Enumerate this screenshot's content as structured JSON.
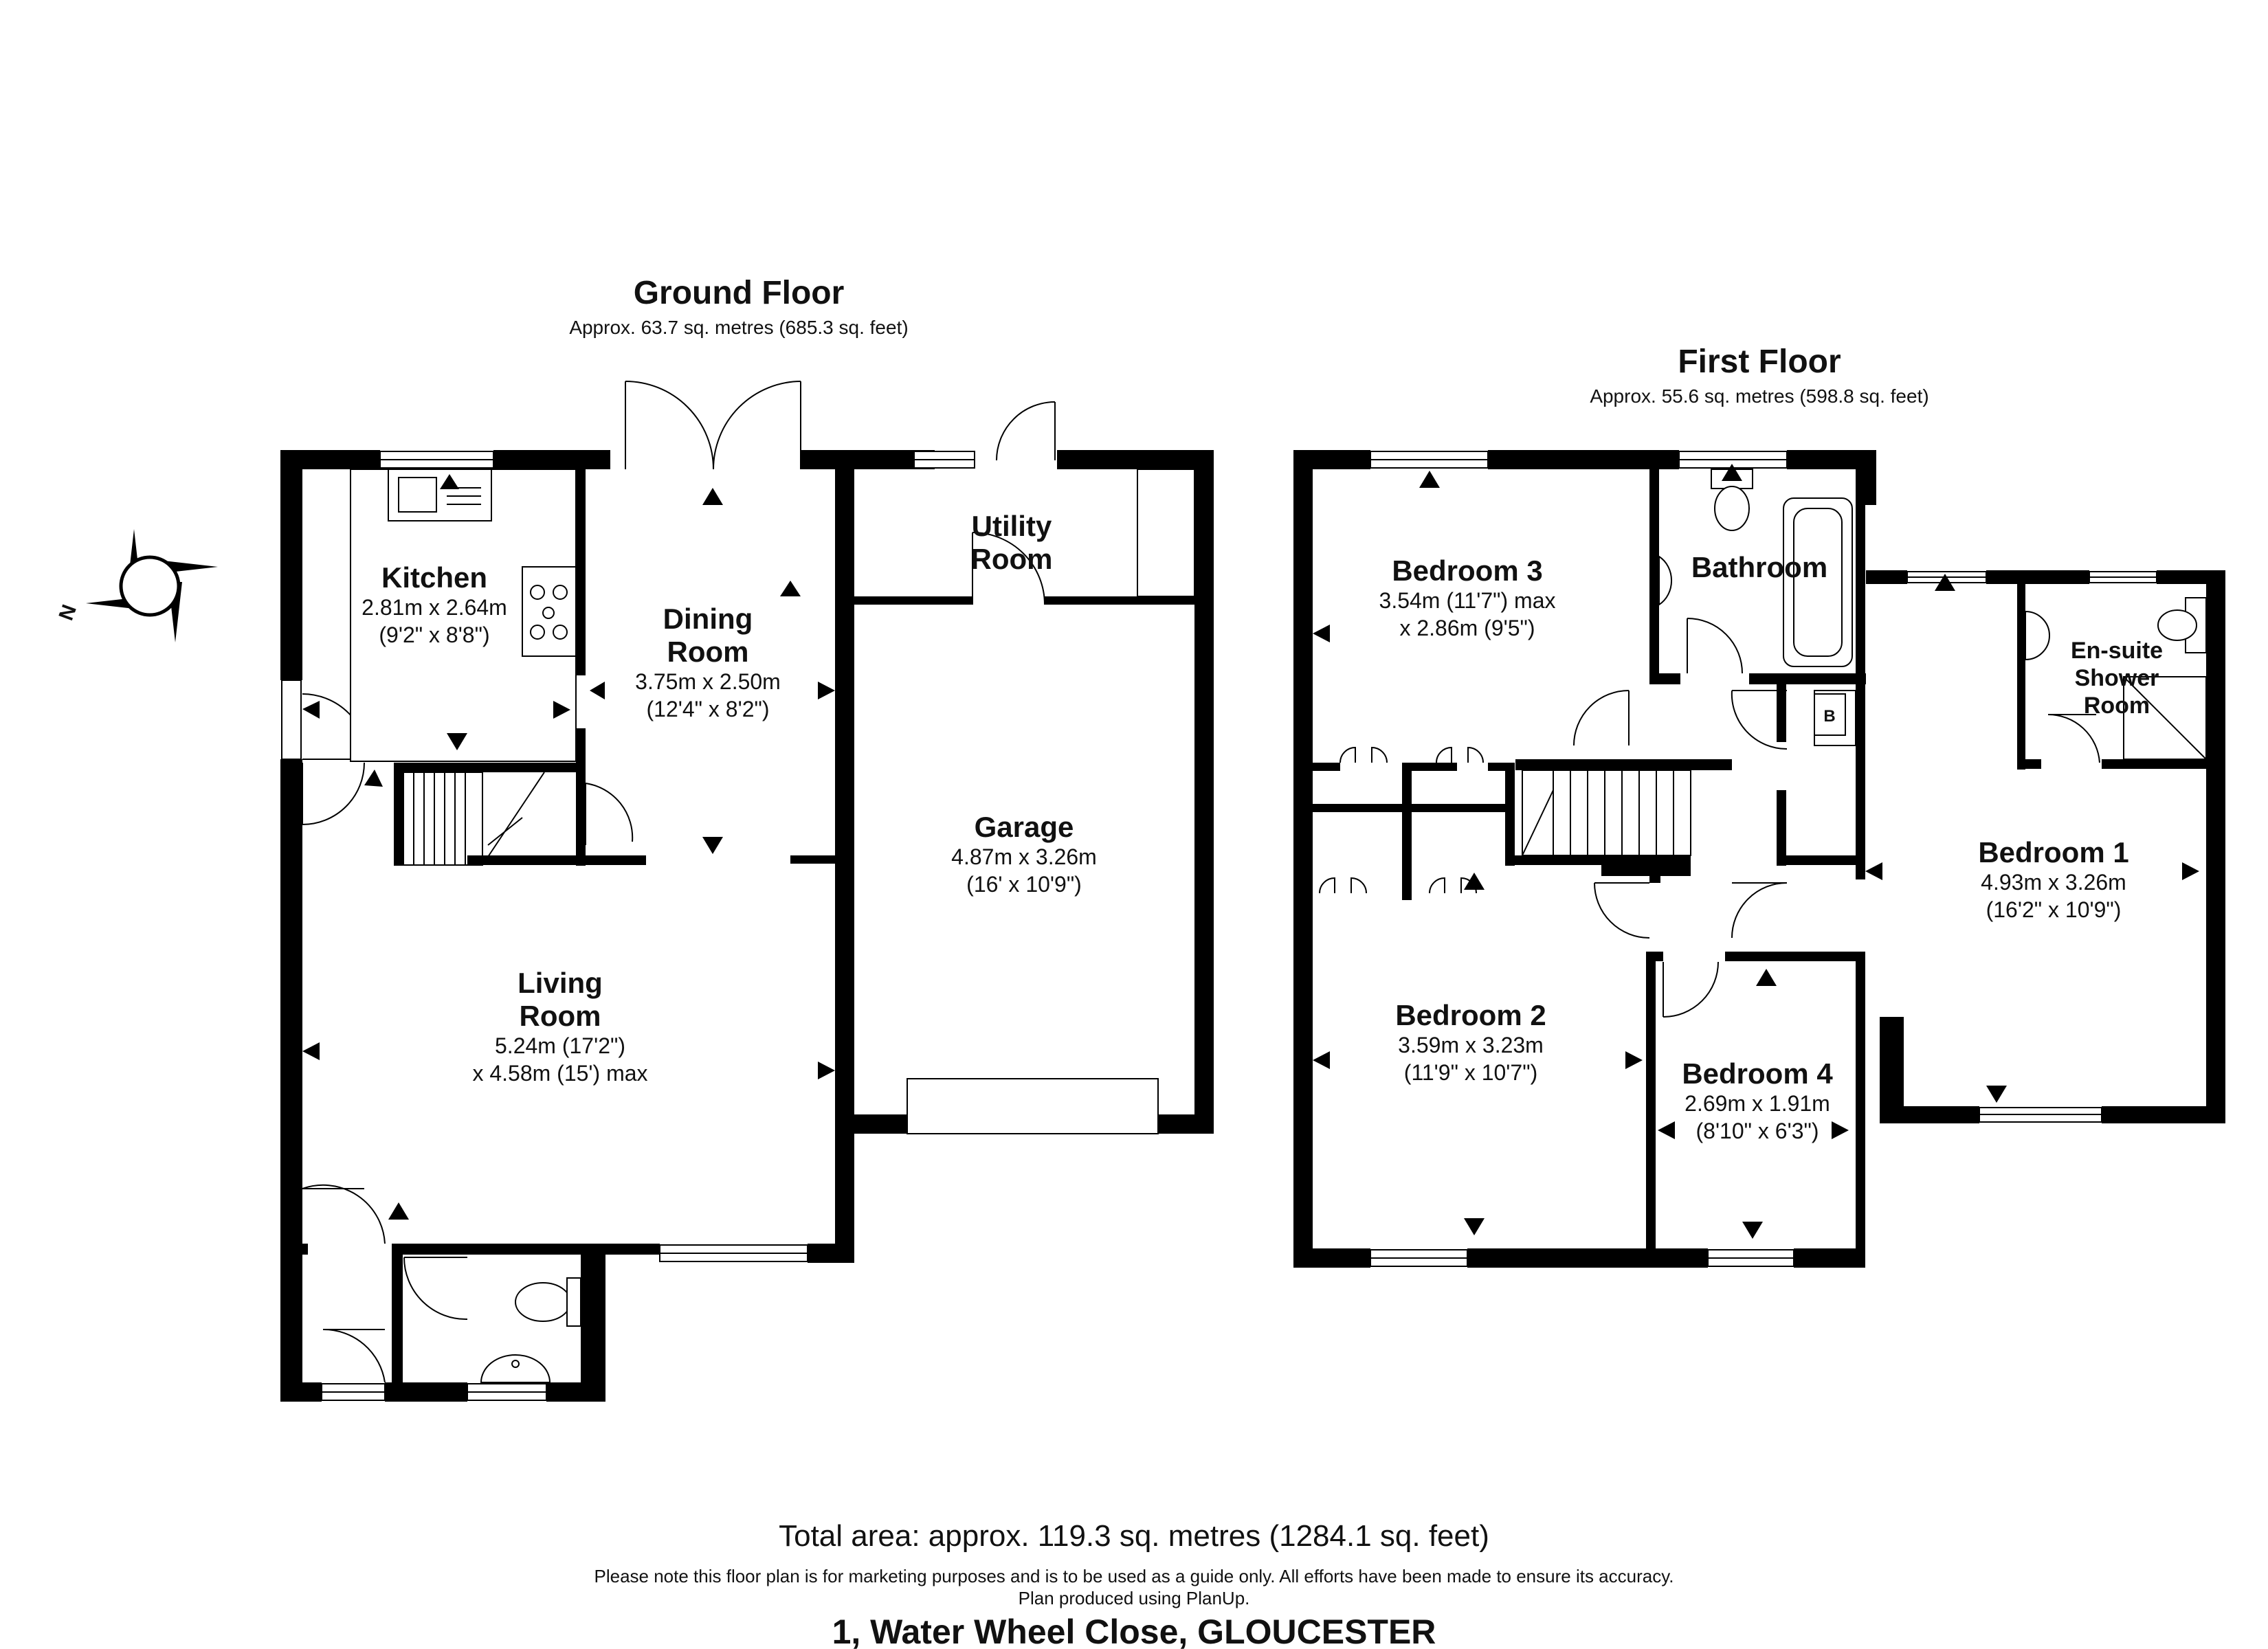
{
  "ground_floor": {
    "title": "Ground Floor",
    "area": "Approx. 63.7 sq. metres (685.3 sq. feet)",
    "rooms": {
      "kitchen": {
        "name": "Kitchen",
        "dim1": "2.81m x 2.64m",
        "dim2": "(9'2\" x 8'8\")"
      },
      "dining": {
        "name1": "Dining",
        "name2": "Room",
        "dim1": "3.75m x 2.50m",
        "dim2": "(12'4\" x 8'2\")"
      },
      "utility": {
        "name1": "Utility",
        "name2": "Room"
      },
      "garage": {
        "name": "Garage",
        "dim1": "4.87m x 3.26m",
        "dim2": "(16' x 10'9\")"
      },
      "living": {
        "name1": "Living",
        "name2": "Room",
        "dim1": "5.24m (17'2\")",
        "dim2": "x 4.58m (15') max"
      }
    }
  },
  "first_floor": {
    "title": "First Floor",
    "area": "Approx. 55.6 sq. metres (598.8 sq. feet)",
    "rooms": {
      "bedroom3": {
        "name": "Bedroom 3",
        "dim1": "3.54m (11'7\") max",
        "dim2": "x 2.86m (9'5\")"
      },
      "bathroom": {
        "name": "Bathroom"
      },
      "ensuite": {
        "name1": "En-suite",
        "name2": "Shower",
        "name3": "Room"
      },
      "bedroom1": {
        "name": "Bedroom 1",
        "dim1": "4.93m x 3.26m",
        "dim2": "(16'2\" x 10'9\")"
      },
      "bedroom2": {
        "name": "Bedroom 2",
        "dim1": "3.59m x 3.23m",
        "dim2": "(11'9\" x 10'7\")"
      },
      "bedroom4": {
        "name": "Bedroom 4",
        "dim1": "2.69m x 1.91m",
        "dim2": "(8'10\" x 6'3\")"
      },
      "boiler": {
        "label": "B"
      }
    }
  },
  "compass": {
    "label": "N"
  },
  "footer": {
    "total": "Total area: approx. 119.3 sq. metres (1284.1 sq. feet)",
    "note1": "Please note this floor plan is for marketing purposes and is to be used as a guide only. All efforts have been made to ensure its accuracy.",
    "note2": "Plan produced using PlanUp.",
    "address": "1, Water Wheel Close, GLOUCESTER"
  }
}
